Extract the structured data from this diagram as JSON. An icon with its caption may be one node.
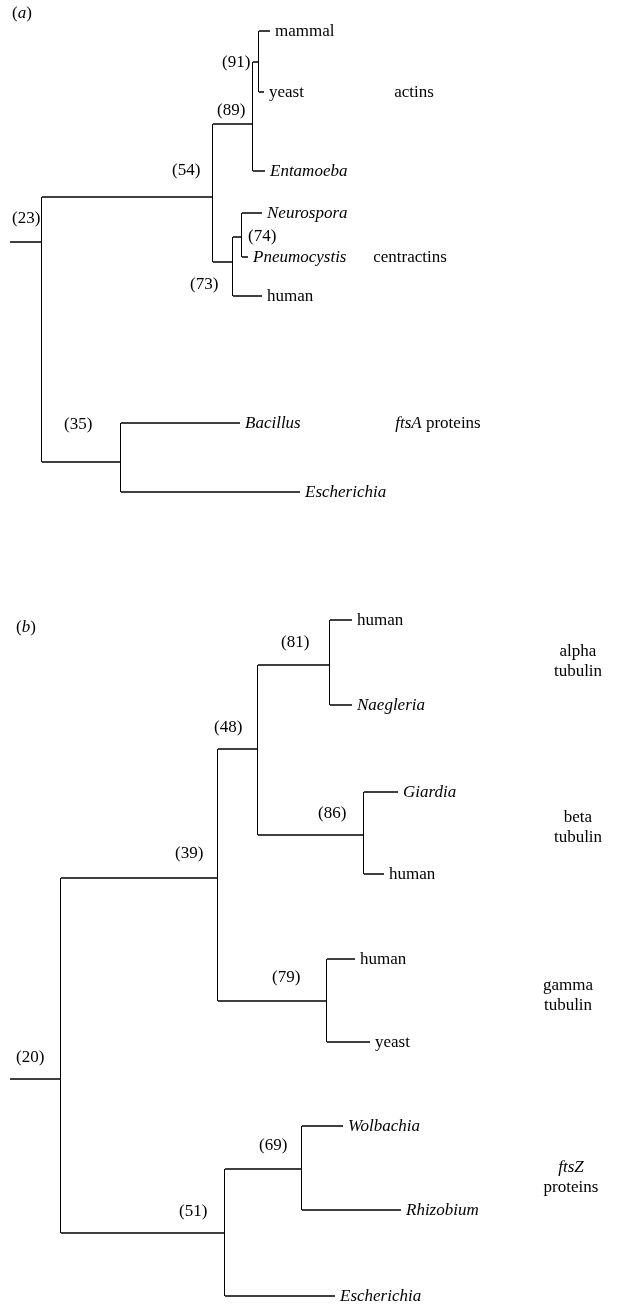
{
  "diagram": {
    "nodes": [
      {
        "text": [],
        "shape": "bar",
        "beside": [
          "(23)"
        ]
      },
      {
        "text": [],
        "shape": "bar",
        "beside": [
          "(54)"
        ]
      },
      {
        "text": [],
        "shape": "bar",
        "beside": [
          "(89)"
        ]
      },
      {
        "text": [],
        "shape": "bar",
        "beside": [
          "(91)"
        ]
      },
      {
        "text": [
          "mammal"
        ]
      },
      {
        "text": [
          "yeast"
        ]
      },
      {
        "text": [
          "*Entamoeba*"
        ]
      },
      {
        "text": [],
        "shape": "bar",
        "beside": [
          "(73)"
        ]
      },
      {
        "text": [],
        "shape": "bar",
        "beside": [
          "(74)"
        ]
      },
      {
        "text": [
          "*Neurospora*"
        ]
      },
      {
        "text": [
          "*Pneumocystis*"
        ]
      },
      {
        "text": [
          "human"
        ]
      },
      {
        "text": [],
        "shape": "bar",
        "beside": [
          "(35)"
        ]
      },
      {
        "text": [
          "*Bacillus*"
        ]
      },
      {
        "text": [
          "*Escherichia*"
        ]
      },
      {
        "text": [],
        "shape": "bar",
        "beside": [
          "(20)"
        ]
      },
      {
        "text": [],
        "shape": "bar",
        "beside": [
          "(39)"
        ]
      },
      {
        "text": [],
        "shape": "bar",
        "beside": [
          "(48)"
        ]
      },
      {
        "text": [],
        "shape": "bar",
        "beside": [
          "(81)"
        ]
      },
      {
        "text": [
          "human"
        ]
      },
      {
        "text": [
          "*Naegleria*"
        ]
      },
      {
        "text": [],
        "shape": "bar",
        "beside": [
          "(86)"
        ]
      },
      {
        "text": [
          "*Giardia*"
        ]
      },
      {
        "text": [
          "human"
        ]
      },
      {
        "text": [],
        "shape": "bar",
        "beside": [
          "(79)"
        ]
      },
      {
        "text": [
          "human"
        ]
      },
      {
        "text": [
          "yeast"
        ]
      },
      {
        "text": [],
        "shape": "bar",
        "beside": [
          "(51)"
        ]
      },
      {
        "text": [],
        "shape": "bar",
        "beside": [
          "(69)"
        ]
      },
      {
        "text": [
          "*Wolbachia*"
        ]
      },
      {
        "text": [
          "*Rhizobium*"
        ]
      },
      {
        "text": [
          "*Escherichia*"
        ]
      }
    ],
    "edges": [
      {
        "from": null,
        "to": 0,
        "arrow": "none"
      },
      {
        "from": 0,
        "to": 1,
        "arrow": "none"
      },
      {
        "from": 1,
        "to": 2,
        "arrow": "none"
      },
      {
        "from": 2,
        "to": 3,
        "arrow": "none"
      },
      {
        "from": 3,
        "to": 4,
        "arrow": "none"
      },
      {
        "from": 3,
        "to": 5,
        "arrow": "none"
      },
      {
        "from": 2,
        "to": 6,
        "arrow": "none"
      },
      {
        "from": 1,
        "to": 7,
        "arrow": "none"
      },
      {
        "from": 7,
        "to": 8,
        "arrow": "none"
      },
      {
        "from": 8,
        "to": 9,
        "arrow": "none"
      },
      {
        "from": 8,
        "to": 10,
        "arrow": "none"
      },
      {
        "from": 7,
        "to": 11,
        "arrow": "none"
      },
      {
        "from": 0,
        "to": 12,
        "arrow": "none"
      },
      {
        "from": 12,
        "to": 13,
        "arrow": "none"
      },
      {
        "from": 12,
        "to": 14,
        "arrow": "none"
      },
      {
        "from": null,
        "to": 15,
        "arrow": "none"
      },
      {
        "from": 15,
        "to": 16,
        "arrow": "none"
      },
      {
        "from": 16,
        "to": 17,
        "arrow": "none"
      },
      {
        "from": 17,
        "to": 18,
        "arrow": "none"
      },
      {
        "from": 18,
        "to": 19,
        "arrow": "none"
      },
      {
        "from": 18,
        "to": 20,
        "arrow": "none"
      },
      {
        "from": 17,
        "to": 21,
        "arrow": "none"
      },
      {
        "from": 21,
        "to": 22,
        "arrow": "none"
      },
      {
        "from": 21,
        "to": 23,
        "arrow": "none"
      },
      {
        "from": 16,
        "to": 24,
        "arrow": "none"
      },
      {
        "from": 24,
        "to": 25,
        "arrow": "none"
      },
      {
        "from": 24,
        "to": 26,
        "arrow": "none"
      },
      {
        "from": 15,
        "to": 27,
        "arrow": "none"
      },
      {
        "from": 27,
        "to": 28,
        "arrow": "none"
      },
      {
        "from": 28,
        "to": 29,
        "arrow": "none"
      },
      {
        "from": 28,
        "to": 30,
        "arrow": "none"
      },
      {
        "from": 27,
        "to": 31,
        "arrow": "none"
      }
    ],
    "labels": [
      "(*a*)",
      "actins",
      "centractins",
      "*ftsA* proteins",
      "(*b*)",
      "alpha tubulin",
      "beta tubulin",
      "gamma tubulin",
      "*ftsZ* proteins"
    ]
  }
}
